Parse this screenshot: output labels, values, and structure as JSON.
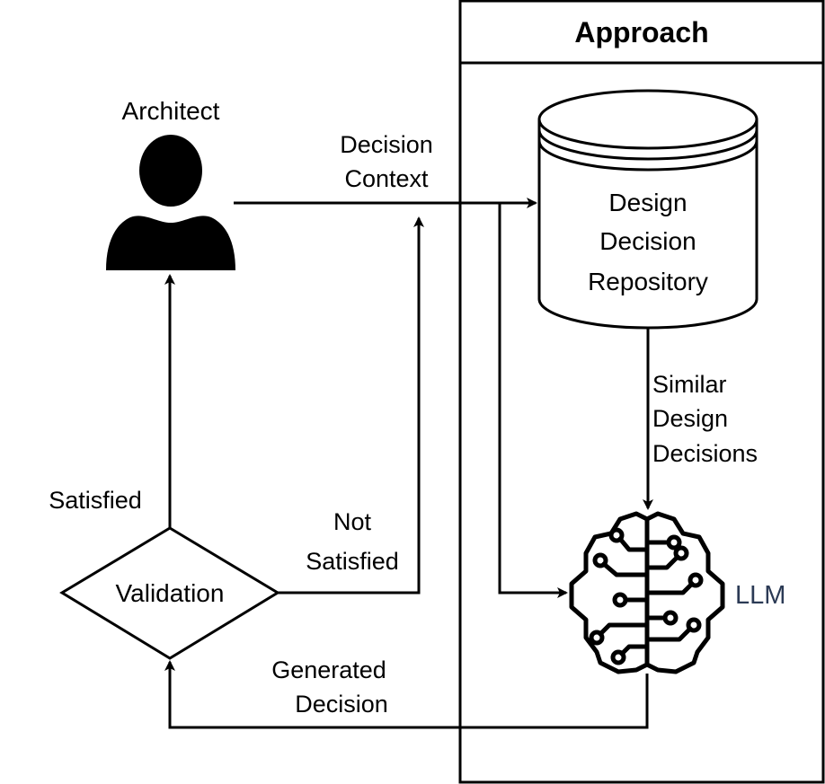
{
  "approach": {
    "title": "Approach"
  },
  "architect": {
    "label": "Architect"
  },
  "repository": {
    "line1": "Design",
    "line2": "Decision",
    "line3": "Repository"
  },
  "llm": {
    "label": "LLM"
  },
  "validation": {
    "label": "Validation"
  },
  "edges": {
    "decision_context": {
      "line1": "Decision",
      "line2": "Context"
    },
    "similar": {
      "line1": "Similar",
      "line2": "Design",
      "line3": "Decisions"
    },
    "satisfied": "Satisfied",
    "not_satisfied": {
      "line1": "Not",
      "line2": "Satisfied"
    },
    "generated": {
      "line1": "Generated",
      "line2": "Decision"
    }
  },
  "colors": {
    "stroke": "#000000",
    "llm_label": "#2b3a55",
    "background": "#ffffff"
  },
  "icons": {
    "architect": "person-icon",
    "llm": "brain-circuit-icon",
    "repository": "database-cylinder-icon"
  }
}
